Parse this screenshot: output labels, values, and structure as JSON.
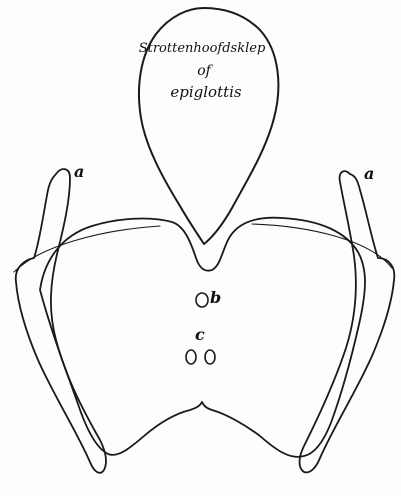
{
  "caption": {
    "line1": "Strottenhoofdsklep",
    "line2": "of",
    "line3": "epiglottis"
  },
  "labels": {
    "a_left": "a",
    "a_right": "a",
    "b": "b",
    "c": "c"
  }
}
